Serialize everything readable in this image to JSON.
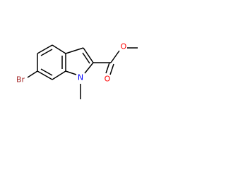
{
  "colors": {
    "bond": "#000000",
    "bromine": "#a52a2a",
    "nitrogen": "#0000ff",
    "oxygen": "#ff0000",
    "background": "#ffffff"
  },
  "molecule": {
    "atoms": {
      "br": "Br",
      "n": "N",
      "o_carbonyl": "O",
      "o_ester": "O"
    }
  }
}
